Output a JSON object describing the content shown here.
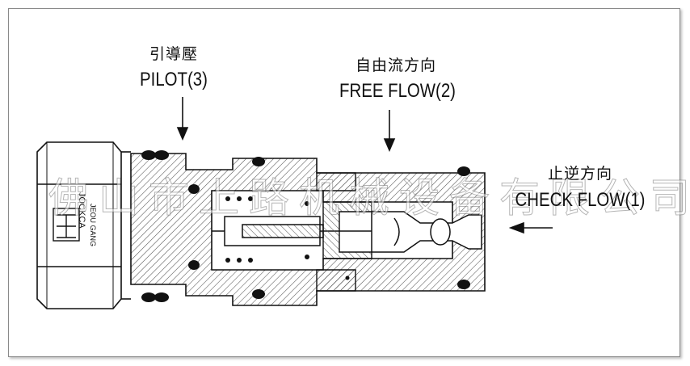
{
  "labels": {
    "pilot_cn": "引導壓",
    "pilot_en": "PILOT(3)",
    "free_cn": "自由流方向",
    "free_en": "FREE FLOW(2)",
    "check_cn": "止逆方向",
    "check_en": "CHECK FLOW(1)"
  },
  "brand": {
    "top_text": "JOCKCA",
    "bottom_text": "JEOU GANG"
  },
  "watermark": "佛山市上路机械设备有限公司",
  "colors": {
    "line": "#111111",
    "hatch": "#555555",
    "frame": "#8a8a8a"
  }
}
